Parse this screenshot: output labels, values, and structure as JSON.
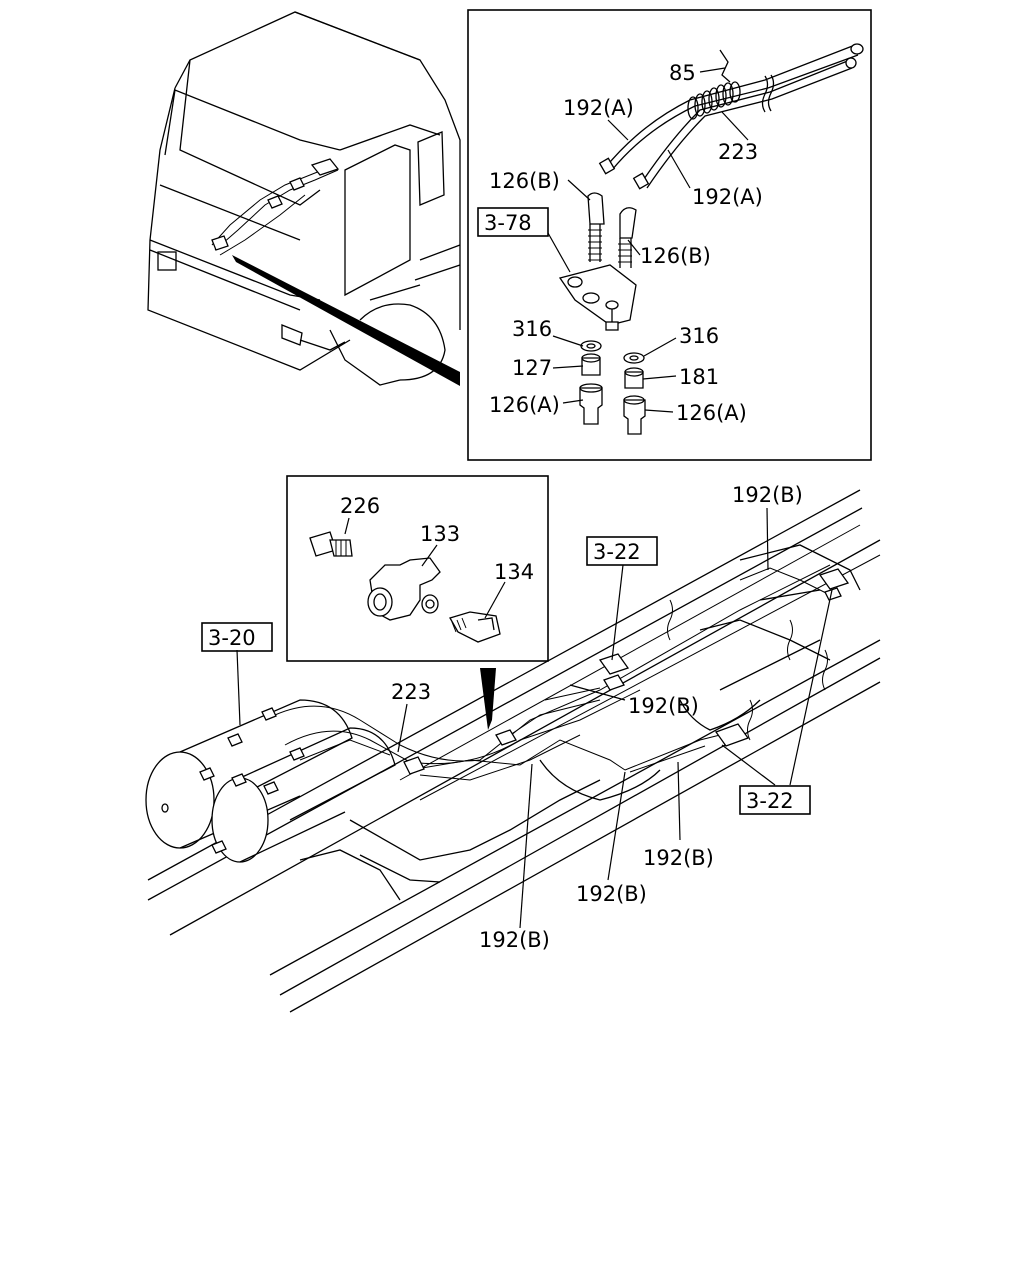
{
  "callouts": {
    "c85": "85",
    "c192a_top": "192(A)",
    "c223_top": "223",
    "c126b_left": "126(B)",
    "c192a_right": "192(A)",
    "c126b_right": "126(B)",
    "c316_left": "316",
    "c316_right": "316",
    "c127": "127",
    "c181": "181",
    "c126a_left": "126(A)",
    "c126a_right": "126(A)",
    "c226": "226",
    "c133": "133",
    "c134": "134",
    "c192b_top": "192(B)",
    "c192b_mid": "192(B)",
    "c223_bottom": "223",
    "c192b_r1": "192(B)",
    "c192b_r2": "192(B)",
    "c192b_bottom": "192(B)"
  },
  "references": {
    "r378": "3-78",
    "r322_top": "3-22",
    "r320": "3-20",
    "r322_bottom": "3-22"
  }
}
